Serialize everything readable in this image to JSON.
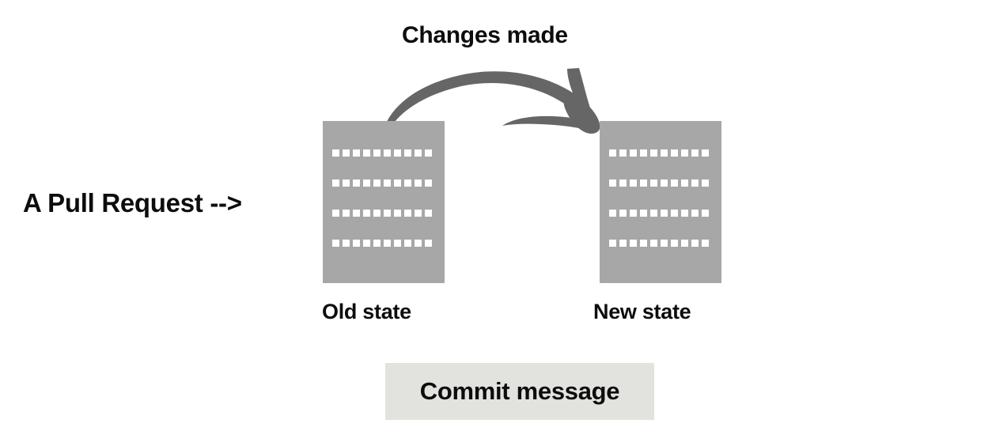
{
  "diagram": {
    "title_text": "A Pull Request -->",
    "arrow_label": "Changes made",
    "arrow_icon": "curved-arrow-right-icon",
    "boxes": [
      {
        "id": "old",
        "caption": "Old state",
        "line_count": 4,
        "fill_color": "#a7a7a7",
        "line_color": "#ffffff"
      },
      {
        "id": "new",
        "caption": "New state",
        "line_count": 4,
        "fill_color": "#a7a7a7",
        "line_color": "#ffffff"
      }
    ],
    "commit": {
      "label": "Commit message",
      "background_color": "#e2e2de",
      "text_color": "#0d0d0d"
    },
    "colors": {
      "background": "#ffffff",
      "text": "#0d0d0d",
      "document_gray": "#a7a7a7",
      "arrow_gray": "#666666",
      "commit_gray": "#e2e2de"
    }
  }
}
